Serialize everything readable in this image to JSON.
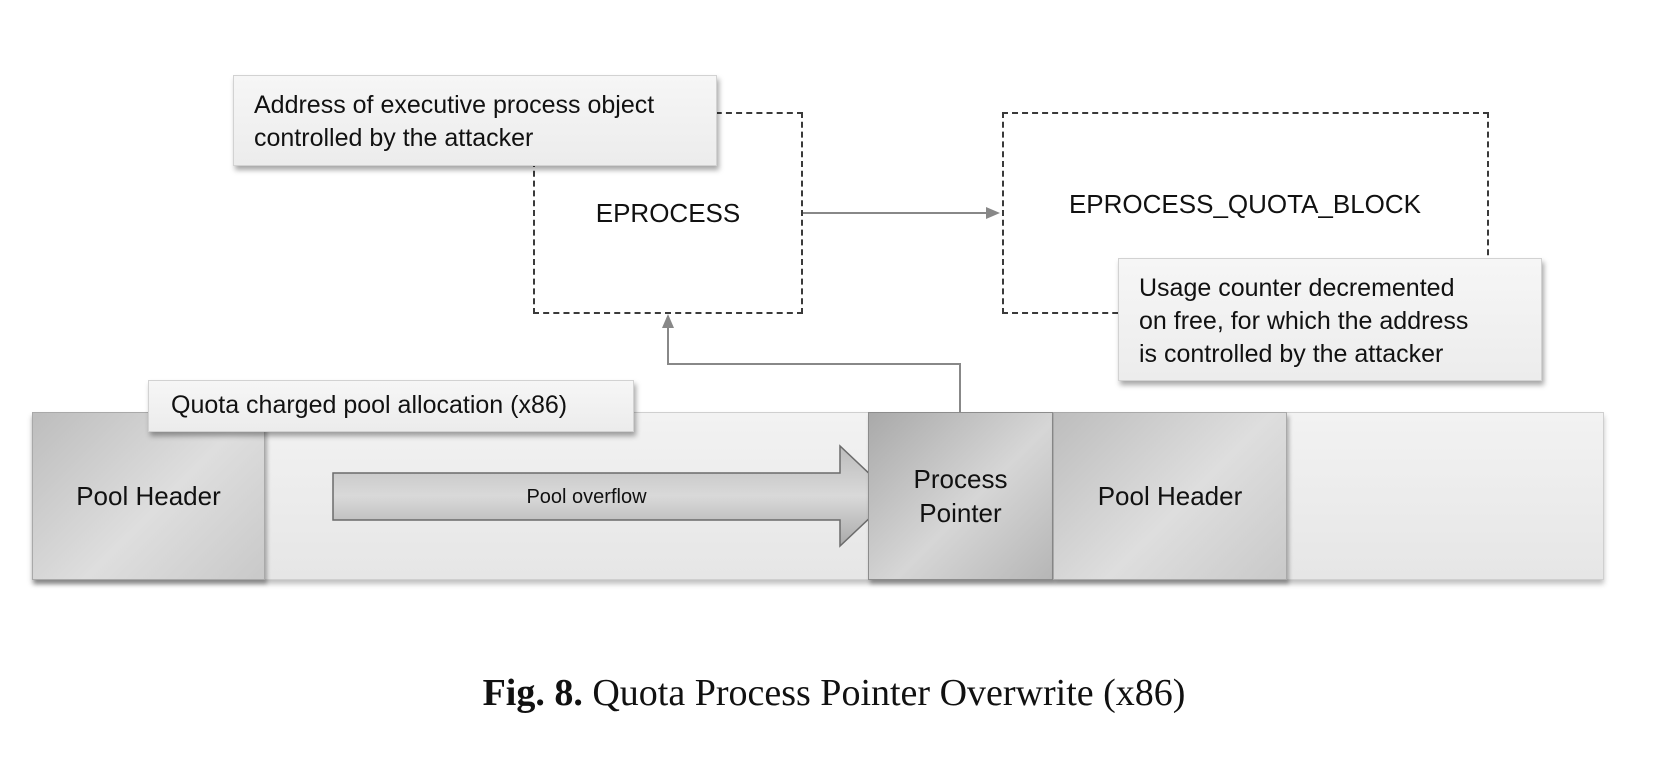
{
  "diagram": {
    "eprocess": {
      "label": "EPROCESS"
    },
    "quota_block": {
      "label": "EPROCESS_QUOTA_BLOCK"
    },
    "callout_address": {
      "line1": "Address of executive process object",
      "line2": "controlled by the attacker"
    },
    "callout_usage": {
      "line1": "Usage counter decremented",
      "line2": "on free, for which the address",
      "line3": "is controlled by the attacker"
    },
    "allocation_label": "Quota charged pool allocation (x86)",
    "pool_header_left": "Pool Header",
    "overflow_arrow": "Pool overflow",
    "process_pointer": {
      "line1": "Process",
      "line2": "Pointer"
    },
    "pool_header_right": "Pool Header"
  },
  "caption": {
    "label": "Fig. 8.",
    "text": "Quota Process Pointer Overwrite (x86)"
  }
}
